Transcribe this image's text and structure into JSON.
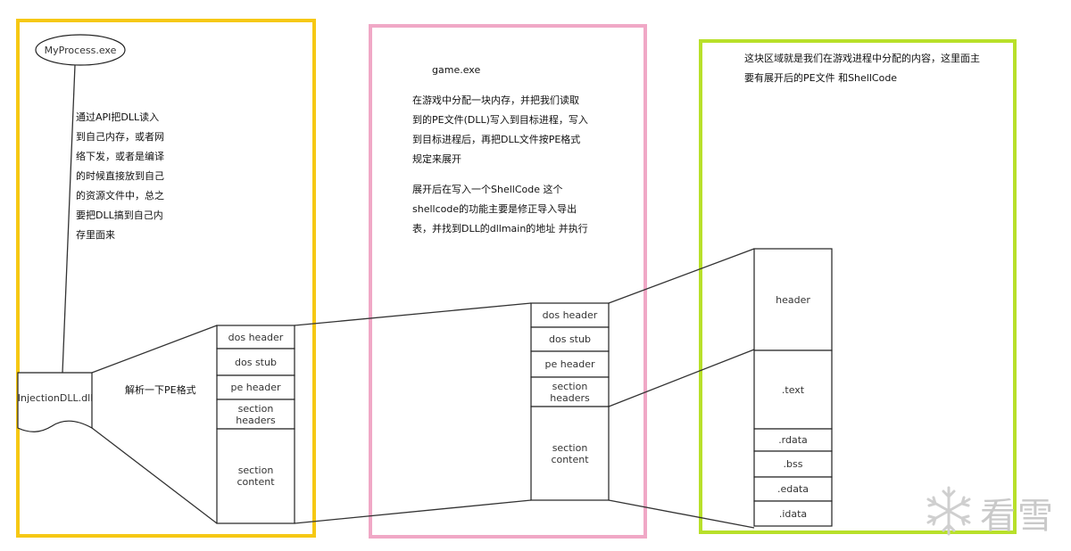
{
  "colors": {
    "frame_left": "#f6c814",
    "frame_middle": "#f0a8c6",
    "frame_right": "#b8e02a",
    "line": "#333333"
  },
  "left": {
    "process_label": "MyProcess.exe",
    "note": "通过API把DLL读入\n到自己内存，或者网\n络下发，或者是编译\n的时候直接放到自己\n的资源文件中，总之\n要把DLL搞到自己内\n存里面来",
    "dll_label": "InjectionDLL.dll",
    "parse_label": "解析一下PE格式",
    "sections": [
      "dos header",
      "dos stub",
      "pe header",
      "section\nheaders",
      "section\ncontent"
    ]
  },
  "middle": {
    "title": "game.exe",
    "note1": "在游戏中分配一块内存，并把我们读取\n到的PE文件(DLL)写入到目标进程，写入\n到目标进程后，再把DLL文件按PE格式\n规定来展开",
    "note2": "展开后在写入一个ShellCode 这个\nshellcode的功能主要是修正导入导出\n表，并找到DLL的dllmain的地址 并执行",
    "sections": [
      "dos header",
      "dos stub",
      "pe header",
      "section\nheaders",
      "section\ncontent"
    ]
  },
  "right": {
    "note": "这块区域就是我们在游戏进程中分配的内容，这里面主\n要有展开后的PE文件 和ShellCode",
    "sections": [
      "header",
      ".text",
      ".rdata",
      ".bss",
      ".edata",
      ".idata"
    ]
  },
  "watermark": {
    "icon": "snowflake-icon",
    "text": "看雪"
  }
}
